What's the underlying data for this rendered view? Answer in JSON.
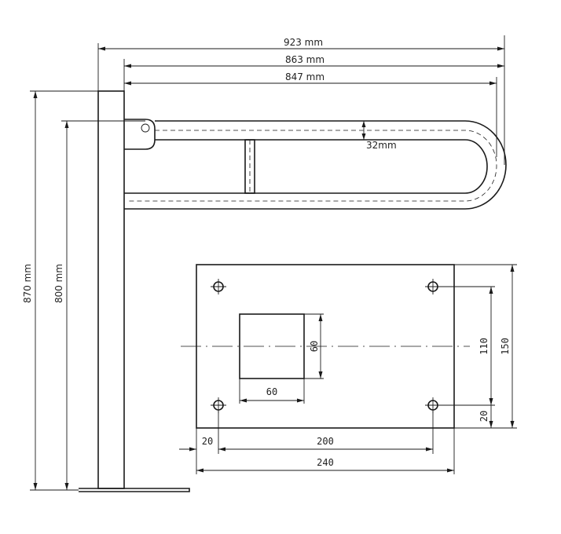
{
  "dimensions": {
    "total_length": "923 mm",
    "rail_length": "863 mm",
    "inner_length": "847 mm",
    "tube_diameter": "32mm",
    "post_height": "870 mm",
    "rail_height": "800 mm"
  },
  "base_plate": {
    "square_height": "60",
    "square_width": "60",
    "hole_spacing_vertical": "110",
    "plate_height": "150",
    "hole_offset_bottom": "20",
    "hole_offset_left": "20",
    "hole_spacing_horizontal": "200",
    "plate_width": "240"
  }
}
